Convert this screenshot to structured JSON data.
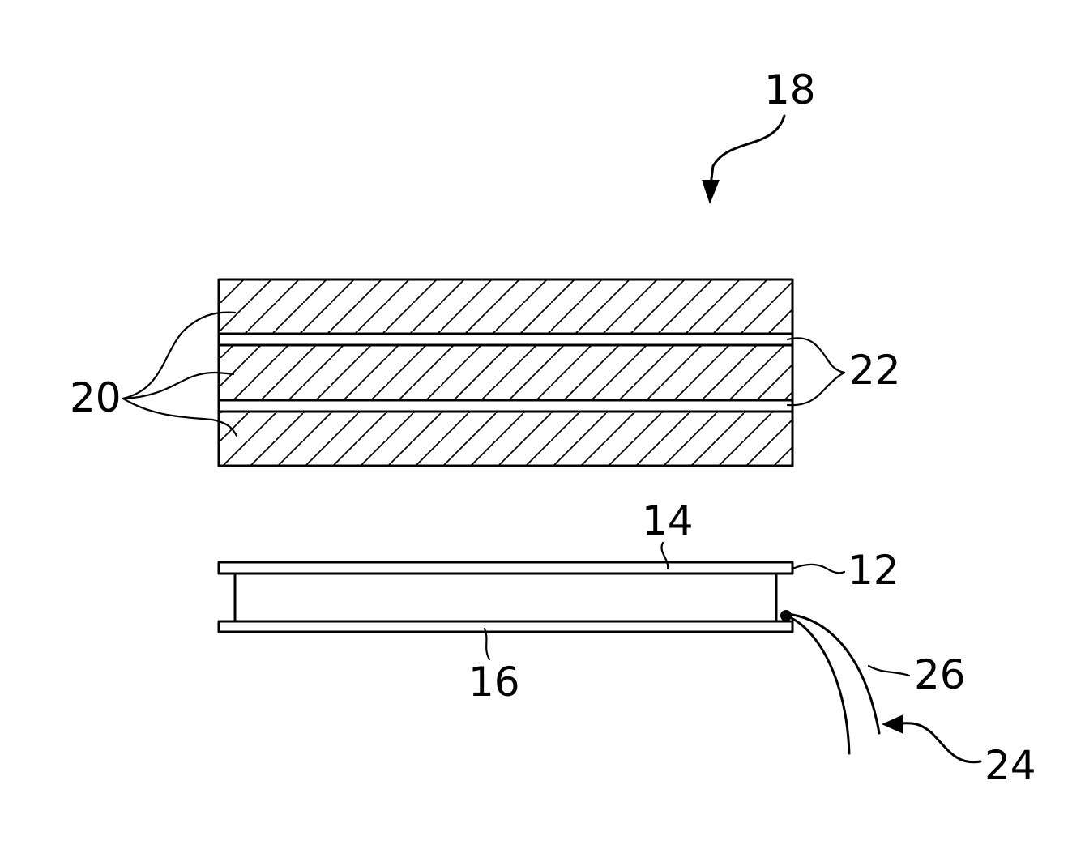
{
  "figure": {
    "labels": {
      "ref_18": "18",
      "ref_20": "20",
      "ref_22": "22",
      "ref_14": "14",
      "ref_12": "12",
      "ref_16": "16",
      "ref_26": "26",
      "ref_24": "24"
    },
    "colors": {
      "line": "#000000",
      "background": "#ffffff"
    }
  }
}
